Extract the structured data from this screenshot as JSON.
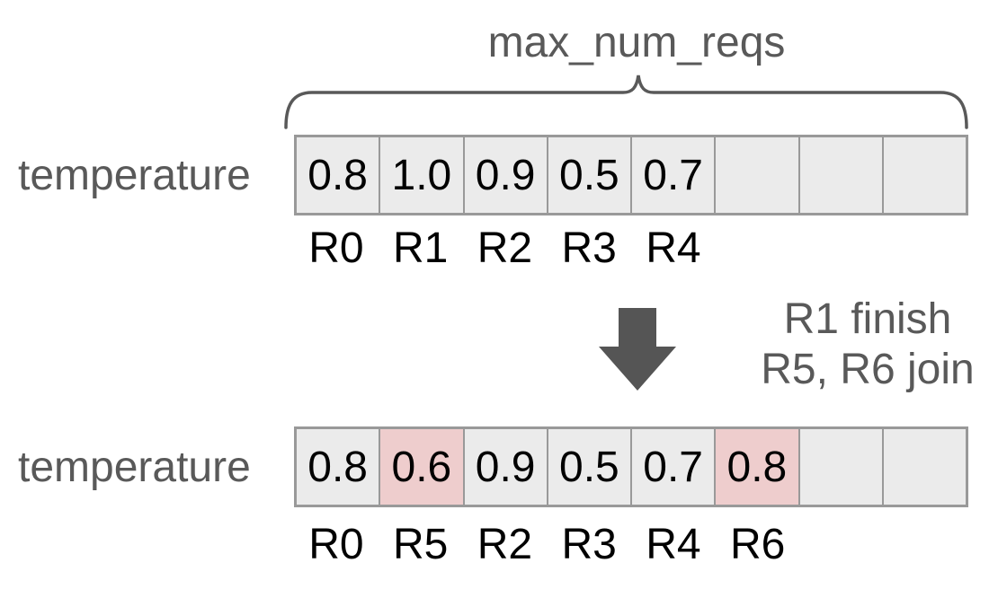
{
  "brace_label": "max_num_reqs",
  "transition": {
    "line1": "R1 finish",
    "line2": "R5, R6 join"
  },
  "before": {
    "row_label": "temperature",
    "cells": [
      {
        "value": "0.8",
        "highlight": false
      },
      {
        "value": "1.0",
        "highlight": false
      },
      {
        "value": "0.9",
        "highlight": false
      },
      {
        "value": "0.5",
        "highlight": false
      },
      {
        "value": "0.7",
        "highlight": false
      },
      {
        "value": "",
        "highlight": false
      },
      {
        "value": "",
        "highlight": false
      },
      {
        "value": "",
        "highlight": false
      }
    ],
    "labels": [
      "R0",
      "R1",
      "R2",
      "R3",
      "R4",
      "",
      "",
      ""
    ]
  },
  "after": {
    "row_label": "temperature",
    "cells": [
      {
        "value": "0.8",
        "highlight": false
      },
      {
        "value": "0.6",
        "highlight": true
      },
      {
        "value": "0.9",
        "highlight": false
      },
      {
        "value": "0.5",
        "highlight": false
      },
      {
        "value": "0.7",
        "highlight": false
      },
      {
        "value": "0.8",
        "highlight": true
      },
      {
        "value": "",
        "highlight": false
      },
      {
        "value": "",
        "highlight": false
      }
    ],
    "labels": [
      "R0",
      "R5",
      "R2",
      "R3",
      "R4",
      "R6",
      "",
      ""
    ]
  },
  "colors": {
    "gray_text": "#595959",
    "cell_background": "#ebebeb",
    "highlight_background": "#eecdcd",
    "cell_border": "#999999",
    "arrow": "#555555"
  }
}
